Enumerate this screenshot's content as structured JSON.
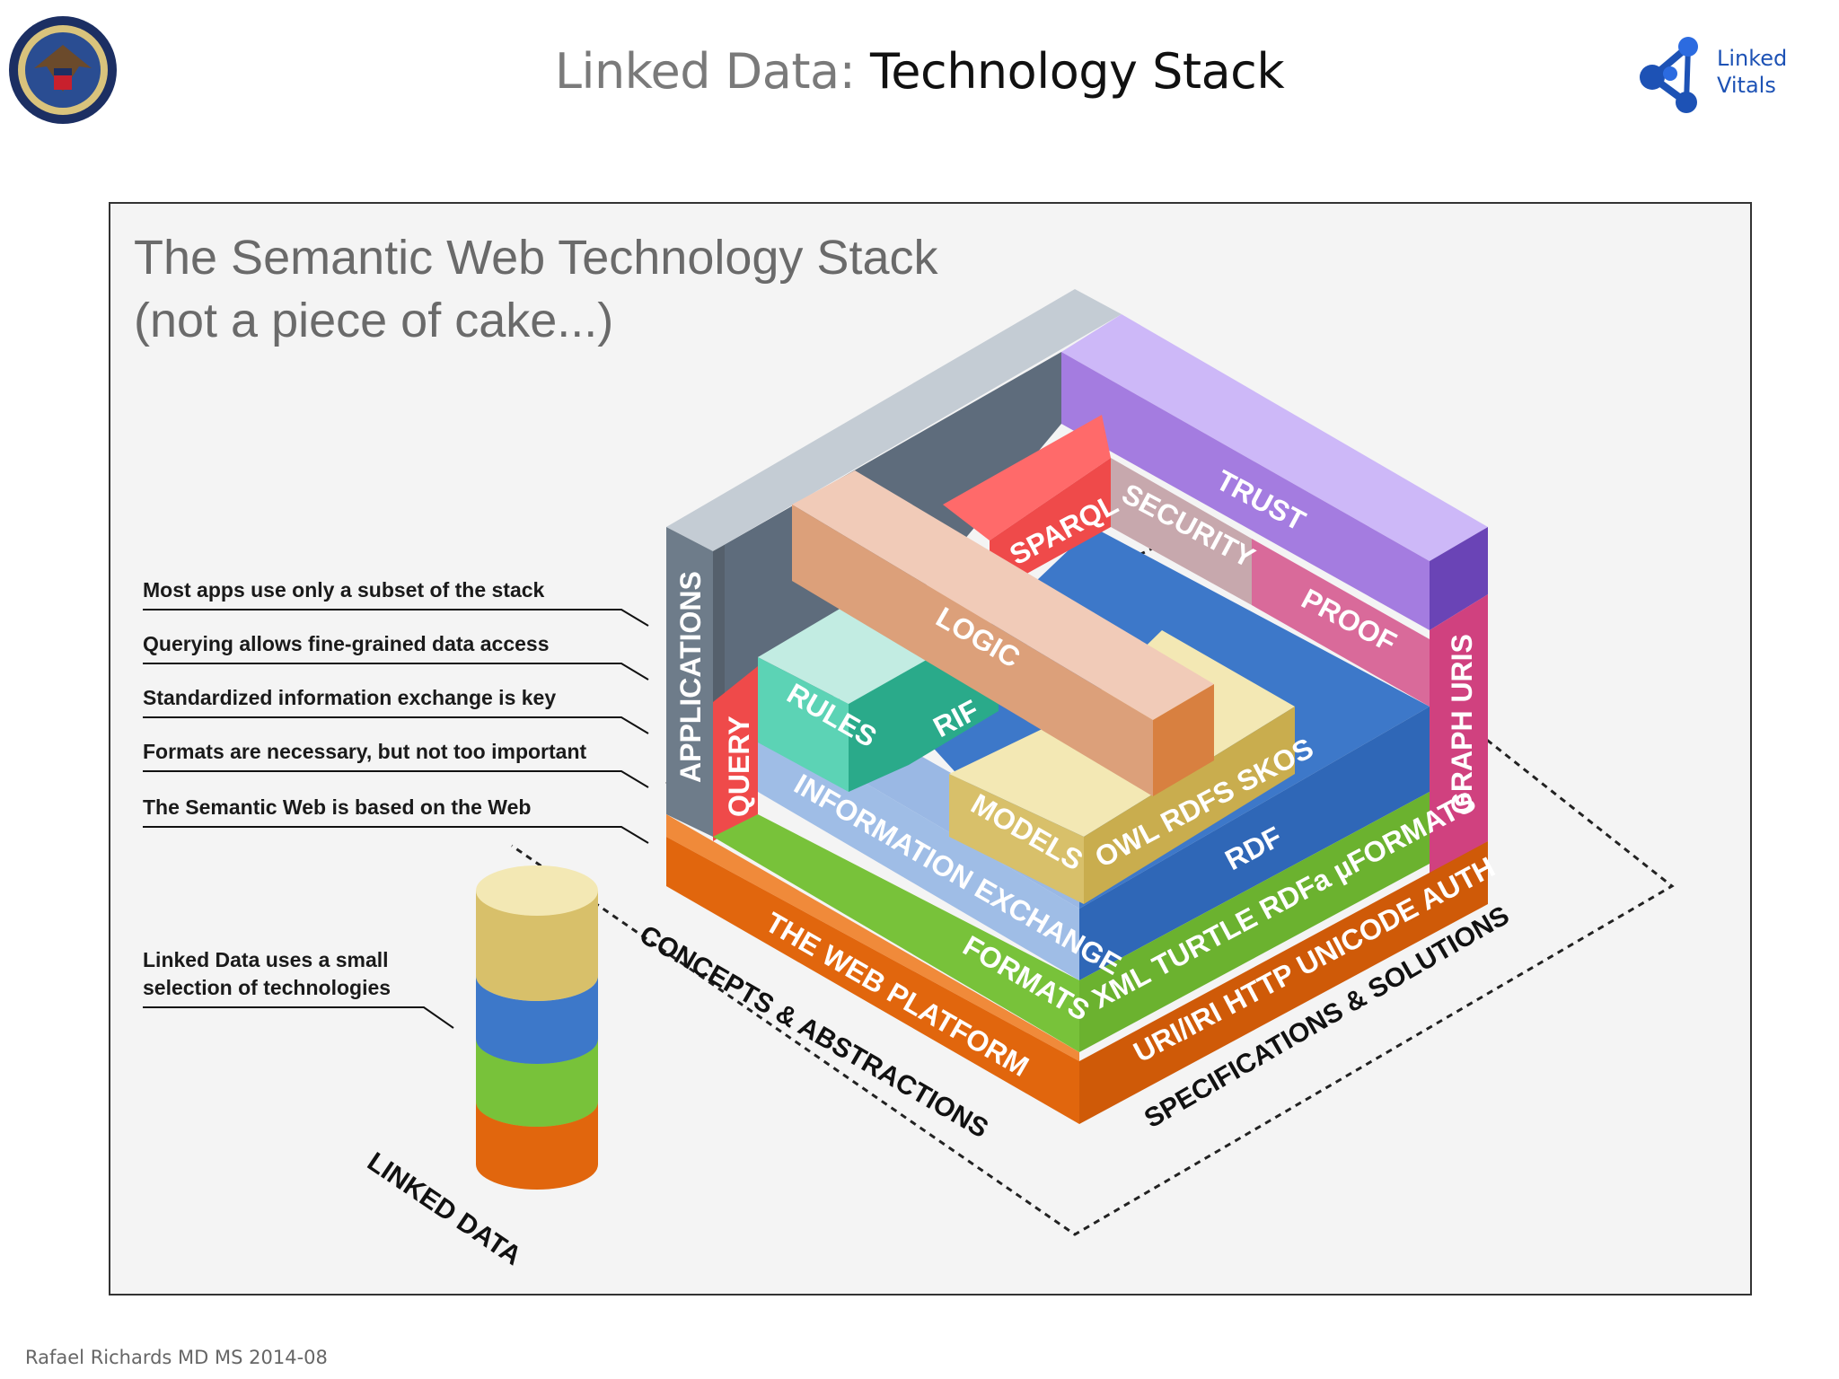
{
  "slide": {
    "title_prefix": "Linked Data: ",
    "title_main": "Technology Stack",
    "logo_line1": "Linked",
    "logo_line2": "Vitals",
    "footer": "Rafael Richards MD MS  2014-08"
  },
  "diagram": {
    "heading_line1": "The Semantic Web Technology Stack",
    "heading_line2": "(not a piece of cake...)",
    "annotations": [
      "Most apps use only a subset of the stack",
      "Querying allows fine-grained data access",
      "Standardized information exchange is key",
      "Formats are necessary, but not too important",
      "The Semantic Web is based on the Web"
    ],
    "linked_note_line1": "Linked Data uses a small",
    "linked_note_line2": "selection of technologies",
    "blocks": {
      "trust": "TRUST",
      "sparql": "SPARQL",
      "security": "SECURITY",
      "proof": "PROOF",
      "logic": "LOGIC",
      "rules": "RULES",
      "rif": "RIF",
      "applications": "APPLICATIONS",
      "query": "QUERY",
      "information_exchange": "INFORMATION EXCHANGE",
      "models": "MODELS",
      "owl_rdfs_skos": "OWL  RDFS  SKOS",
      "rdf": "RDF",
      "graph_uris": "GRAPH URIS",
      "formats": "FORMATS",
      "xml_turtle": "XML  TURTLE  RDFa  µFORMATS",
      "web_platform": "THE WEB PLATFORM",
      "uri_http": "URI/IRI  HTTP  UNICODE  AUTH"
    },
    "floor_labels": {
      "concepts": "CONCEPTS & ABSTRACTIONS",
      "specifications": "SPECIFICATIONS & SOLUTIONS",
      "linked_data": "LINKED DATA"
    },
    "colors": {
      "orange": "#e1660d",
      "green": "#78c23a",
      "blue": "#3d78c9",
      "purple": "#a47ce0",
      "gold": "#d8c06a",
      "logic": "#dca07a",
      "pink": "#d96a9a",
      "red": "#ef4a4a",
      "teal": "#4fc4a7",
      "slate": "#5e6c7c"
    }
  }
}
